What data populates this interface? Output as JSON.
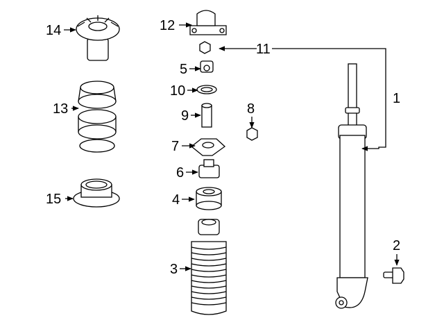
{
  "callouts": [
    {
      "num": "1",
      "part": "shock-absorber"
    },
    {
      "num": "2",
      "part": "bolt"
    },
    {
      "num": "3",
      "part": "dust-boot"
    },
    {
      "num": "4",
      "part": "bump-stop"
    },
    {
      "num": "5",
      "part": "bushing"
    },
    {
      "num": "6",
      "part": "mount-bushing"
    },
    {
      "num": "7",
      "part": "mount-plate"
    },
    {
      "num": "8",
      "part": "nut-small"
    },
    {
      "num": "9",
      "part": "sleeve"
    },
    {
      "num": "10",
      "part": "washer"
    },
    {
      "num": "11",
      "part": "nut"
    },
    {
      "num": "12",
      "part": "upper-mount"
    },
    {
      "num": "13",
      "part": "coil-spring"
    },
    {
      "num": "14",
      "part": "upper-spring-seat"
    },
    {
      "num": "15",
      "part": "lower-spring-insulator"
    }
  ]
}
